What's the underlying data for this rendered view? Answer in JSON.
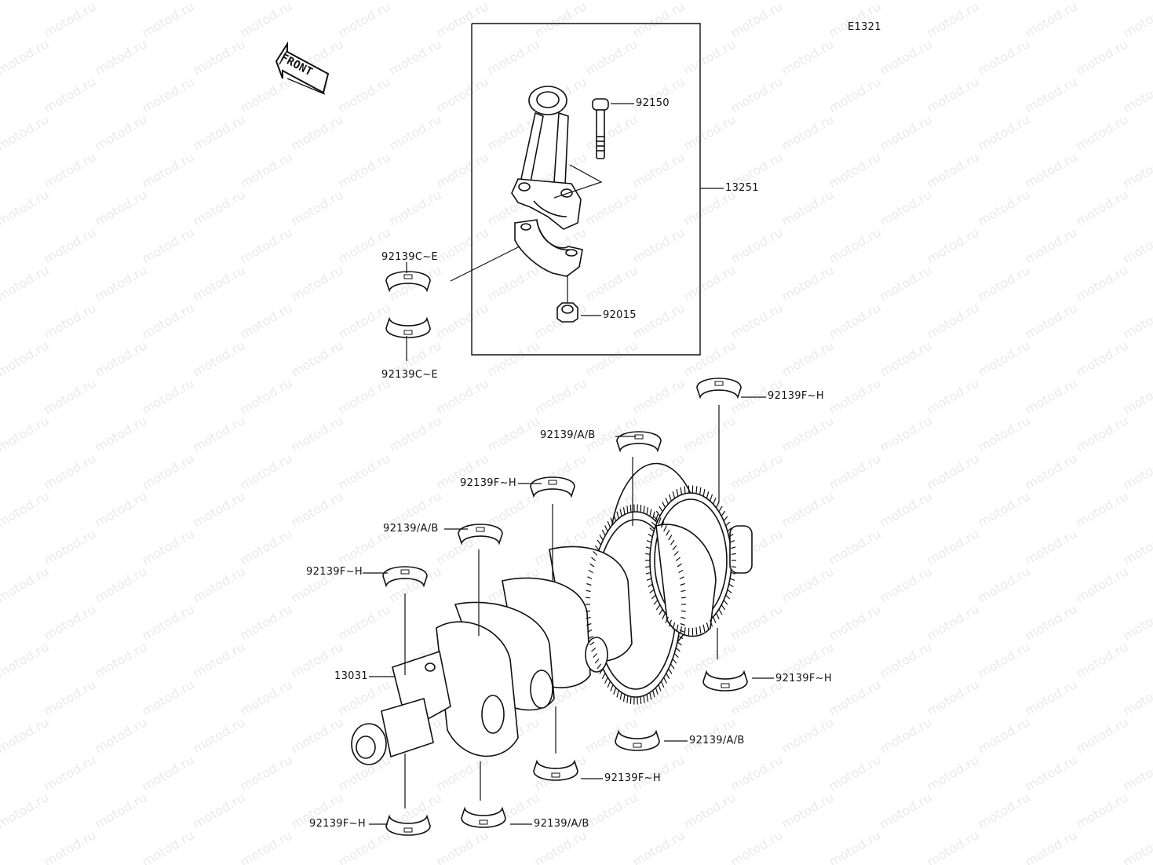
{
  "diagram_code": "E1321",
  "front_label": "FRONT",
  "parts": {
    "pin_92150": "92150",
    "rod_assy_13251": "13251",
    "nut_92015": "92015",
    "rod_bearing_top": "92139C~E",
    "rod_bearing_bottom": "92139C~E",
    "crankshaft_13031": "13031",
    "bearing_fh_1": "92139F~H",
    "bearing_ab_1": "92139/A/B",
    "bearing_fh_2": "92139F~H",
    "bearing_ab_2": "92139/A/B",
    "bearing_fh_3": "92139F~H",
    "bearing_fh_4": "92139F~H",
    "bearing_ab_3": "92139/A/B",
    "bearing_fh_5": "92139F~H",
    "bearing_ab_4": "92139/A/B",
    "bearing_fh_6": "92139F~H"
  },
  "watermark_text": "motod.ru"
}
